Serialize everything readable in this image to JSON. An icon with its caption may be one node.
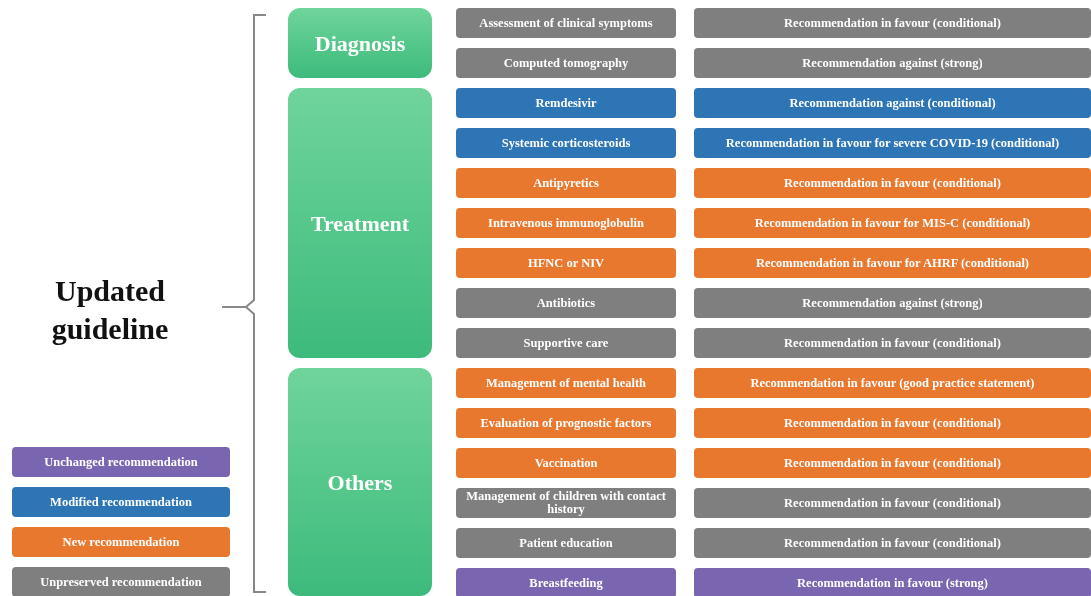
{
  "diagram": {
    "nodes": [
      {
        "text": [
          "Diagnosis"
        ]
      },
      {
        "text": [
          "Assessment of clinical symptoms"
        ]
      },
      {
        "text": [
          "Recommendation in favour (conditional)"
        ]
      },
      {
        "text": [
          "Computed tomography"
        ]
      },
      {
        "text": [
          "Recommendation against (strong)"
        ]
      },
      {
        "text": [
          "Treatment"
        ]
      },
      {
        "text": [
          "Remdesivir"
        ]
      },
      {
        "text": [
          "Recommendation against (conditional)"
        ]
      },
      {
        "text": [
          "Systemic corticosteroids"
        ]
      },
      {
        "text": [
          "Recommendation in favour for severe COVID-19 (conditional)"
        ]
      },
      {
        "text": [
          "Antipyretics"
        ]
      },
      {
        "text": [
          "Recommendation in favour (conditional)"
        ]
      },
      {
        "text": [
          "Intravenous immunoglobulin"
        ]
      },
      {
        "text": [
          "Recommendation in favour for MIS-C (conditional)"
        ]
      },
      {
        "text": [
          "HFNC or NIV"
        ]
      },
      {
        "text": [
          "Recommendation in favour for AHRF (conditional)"
        ]
      },
      {
        "text": [
          "Antibiotics"
        ]
      },
      {
        "text": [
          "Recommendation against (strong)"
        ]
      },
      {
        "text": [
          "Supportive care"
        ]
      },
      {
        "text": [
          "Recommendation in favour (conditional)"
        ]
      },
      {
        "text": [
          "Others"
        ]
      },
      {
        "text": [
          "Management of mental health"
        ]
      },
      {
        "text": [
          "Recommendation in favour (good practice statement)"
        ]
      },
      {
        "text": [
          "Evaluation of prognostic factors"
        ]
      },
      {
        "text": [
          "Recommendation in favour (conditional)"
        ]
      },
      {
        "text": [
          "Vaccination"
        ]
      },
      {
        "text": [
          "Recommendation in favour (conditional)"
        ]
      },
      {
        "text": [
          "Management of children with contact history"
        ]
      },
      {
        "text": [
          "Recommendation in favour (conditional)"
        ]
      },
      {
        "text": [
          "Patient education"
        ]
      },
      {
        "text": [
          "Recommendation in favour (conditional)"
        ]
      },
      {
        "text": [
          "Breastfeeding"
        ]
      },
      {
        "text": [
          "Recommendation in favour (strong)"
        ]
      }
    ],
    "edges": [],
    "labels": [
      "Updated guideline"
    ],
    "legend": [
      {
        "text": "Unchanged recommendation",
        "color": "#7a65b0"
      },
      {
        "text": "Modified recommendation",
        "color": "#2e75b6"
      },
      {
        "text": "New recommendation",
        "color": "#e8782d"
      },
      {
        "text": "Unpreserved recommendation",
        "color": "#7f7f7f"
      }
    ]
  }
}
